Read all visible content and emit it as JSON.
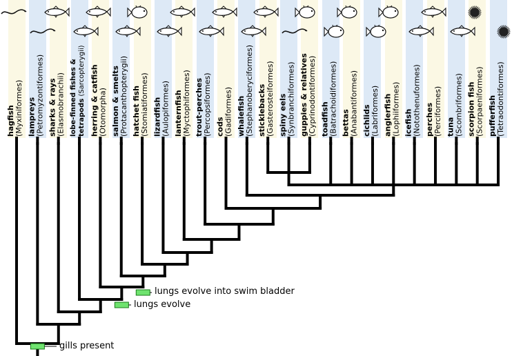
{
  "colors": {
    "stripe_a": "#fbf8e4",
    "stripe_b": "#dde9f6",
    "tree": "#000000",
    "marker": "#6fe36f"
  },
  "taxa": [
    {
      "name": "hagfish",
      "group": "(Myxiniformes)",
      "icon": "hagfish-icon"
    },
    {
      "name": "lampreys",
      "group": "(Petromyzontiformes)",
      "icon": "lamprey-icon"
    },
    {
      "name": "sharks & rays",
      "group": "(Elasmobranchii)",
      "icon": "shark-icon"
    },
    {
      "name": "lobe-finned fishes &",
      "name2": "tetrapods",
      "group": "(Sarcopterygii)",
      "icon": "lobefin-icon"
    },
    {
      "name": "herring & catfish",
      "group": "(Otomorpha)",
      "icon": "herring-icon"
    },
    {
      "name": "salmon & smelts",
      "group": "(Protacanthopterygii)",
      "icon": "salmon-icon"
    },
    {
      "name": "hatchet fish",
      "group": "(Stomiatiformes)",
      "icon": "hatchetfish-icon"
    },
    {
      "name": "lizardfish",
      "group": "(Aulopiformes)",
      "icon": "lizardfish-icon"
    },
    {
      "name": "lanternfish",
      "group": "(Myctophiformes)",
      "icon": "lanternfish-icon"
    },
    {
      "name": "trout-perches",
      "group": "(Percopsiformes)",
      "icon": "troutperch-icon"
    },
    {
      "name": "cods",
      "group": "(Gadiformes)",
      "icon": "cod-icon"
    },
    {
      "name": "whalefish",
      "group": "(Stephanoberyciformes)",
      "icon": "whalefish-icon"
    },
    {
      "name": "sticklebacks",
      "group": "(Gasterosteiformes)",
      "icon": "stickleback-icon"
    },
    {
      "name": "spiny eels",
      "group": "(Synbranchiformes)",
      "icon": "spiny-eel-icon"
    },
    {
      "name": "guppies & relatives",
      "group": "(Cyprinodontiformes)",
      "icon": "guppy-icon"
    },
    {
      "name": "toadfish",
      "group": "(Batrachoidiformes)",
      "icon": "toadfish-icon"
    },
    {
      "name": "bettas",
      "group": "(Anabantiformes)",
      "icon": "betta-icon"
    },
    {
      "name": "cichlids",
      "group": "(Labriformes)",
      "icon": "cichlid-icon"
    },
    {
      "name": "anglerfish",
      "group": "(Lophiiformes)",
      "icon": "anglerfish-icon"
    },
    {
      "name": "icefish",
      "group": "(Notothenuformes)",
      "icon": "icefish-icon"
    },
    {
      "name": "perches",
      "group": "(Perciformes)",
      "icon": "perch-icon"
    },
    {
      "name": "tuna",
      "group": "(Scombriformes)",
      "icon": "tuna-icon"
    },
    {
      "name": "scorpion fish",
      "group": "(Scorpaeniformes)",
      "icon": "scorpionfish-icon"
    },
    {
      "name": "pufferfish",
      "group": "(Tetraodontiformes)",
      "icon": "pufferfish-icon"
    }
  ],
  "events": [
    {
      "label": "lungs evolve into swim bladder"
    },
    {
      "label": "lungs evolve"
    },
    {
      "label": "gills present"
    }
  ]
}
